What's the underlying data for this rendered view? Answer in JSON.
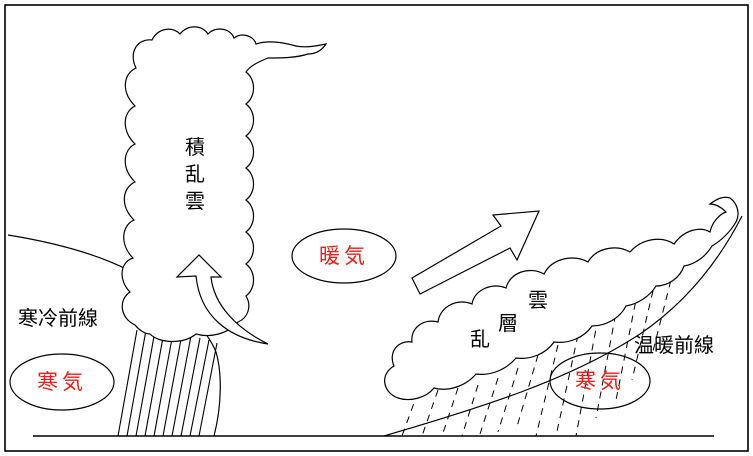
{
  "labels": {
    "cumulonimbus": [
      "積",
      "乱",
      "雲"
    ],
    "warm_air": "暖気",
    "cold_front": "寒冷前線",
    "cold_air_left": "寒気",
    "nimbostratus": [
      "乱",
      "層",
      "雲"
    ],
    "warm_front": "温暖前線",
    "cold_air_right": "寒気"
  },
  "colors": {
    "line": "#000000",
    "accent": "#e8201c",
    "background": "#ffffff"
  }
}
